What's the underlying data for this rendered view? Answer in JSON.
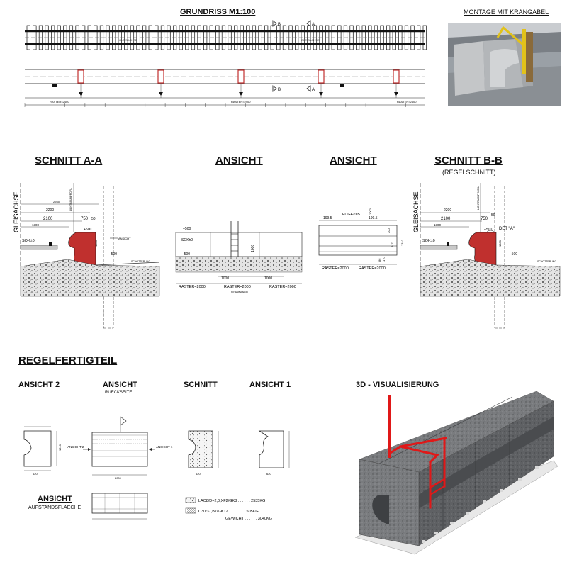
{
  "grundriss": {
    "title": "GRUNDRISS     M1:100",
    "gleisachse": "GLEISACHSE",
    "raster_left": "RASTER=2400",
    "raster_mid": "RASTER=2400",
    "raster_right": "RASTER=2400",
    "marker_a": "A",
    "marker_b": "B"
  },
  "montage": {
    "title": "MONTAGE MIT KRANGABEL"
  },
  "schnitt_aa": {
    "title": "SCHNITT A-A",
    "gleisachse": "GLEISACHSE",
    "dim_top": "2945",
    "dim_2200": "2200",
    "dim_2100": "2100",
    "dim_750": "750",
    "dim_1300": "1300",
    "dim_50": "50",
    "level_plus500": "+500",
    "sok": "SOK±0",
    "level_minus500": "-500",
    "ansicht_label": "ANSICHT",
    "schotterung": "SCHOTTERUNG",
    "dim_1000": "1000",
    "lichtraum": "LICHTRAUMPROFIL"
  },
  "ansicht_mid": {
    "title": "ANSICHT",
    "level_plus500": "+500",
    "sok": "SOK±0",
    "level_minus500": "-500",
    "dim_1000": "1000",
    "dim_1000b": "1000",
    "raster_left": "RASTER=2000",
    "raster_mid": "RASTER=2000",
    "raster_right": "RASTER=2000",
    "kote": "KOTENBEREICH"
  },
  "ansicht_right": {
    "title": "ANSICHT",
    "fuge": "FUGE<=5",
    "dim_199a": "199.5",
    "dim_199b": "199.5",
    "dim_1000": "1000",
    "dim_200": "200",
    "dim_747": "747",
    "dim_1310": "1310",
    "dim_86": "86",
    "dim_170": "170",
    "raster_left": "RASTER=2000",
    "raster_right": "RASTER=2000"
  },
  "schnitt_bb": {
    "title": "SCHNITT B-B",
    "subtitle": "(REGELSCHNITT)",
    "gleisachse": "GLEISACHSE",
    "dim_2200": "2200",
    "dim_2100": "2100",
    "dim_750": "750",
    "dim_50": "50",
    "dim_1300": "1300",
    "level_plus500": "+500",
    "det": "DET \"A\"",
    "sok": "SOK±0",
    "level_minus500": "-500",
    "schotterung": "SCHOTTERUNG",
    "dim_1000": "1000",
    "lichtraum": "LICHTRAUMPROFIL"
  },
  "regelfertigteil": {
    "title": "REGELFERTIGTEIL",
    "ansicht2": "ANSICHT 2",
    "ansicht_rueck": "ANSICHT",
    "rueckseite": "RUECKSEITE",
    "schnitt": "SCHNITT",
    "ansicht1": "ANSICHT 1",
    "ansicht_auf": "ANSICHT",
    "aufstand": "AUFSTANDSFLAECHE",
    "lbl_ansicht2": "ANSICHT 2",
    "lbl_ansicht1": "ANSICHT 1",
    "legend_1": "LAC8/D=2,0,XF2/GK8 . . . . . . 2535KG",
    "legend_2": "C30/37,B7/GK12 . . . . . . . . 505KG",
    "gewicht": "GEWICHT . . . . . . 3040KG",
    "dim_620": "620",
    "dim_2000": "2000",
    "dim_1310": "1310"
  },
  "visualisierung": {
    "title": "3D - VISUALISIERUNG"
  },
  "colors": {
    "concrete_red": "#c0302e",
    "lift_red": "#e01818",
    "stone": "#6e7073",
    "line": "#222222"
  }
}
